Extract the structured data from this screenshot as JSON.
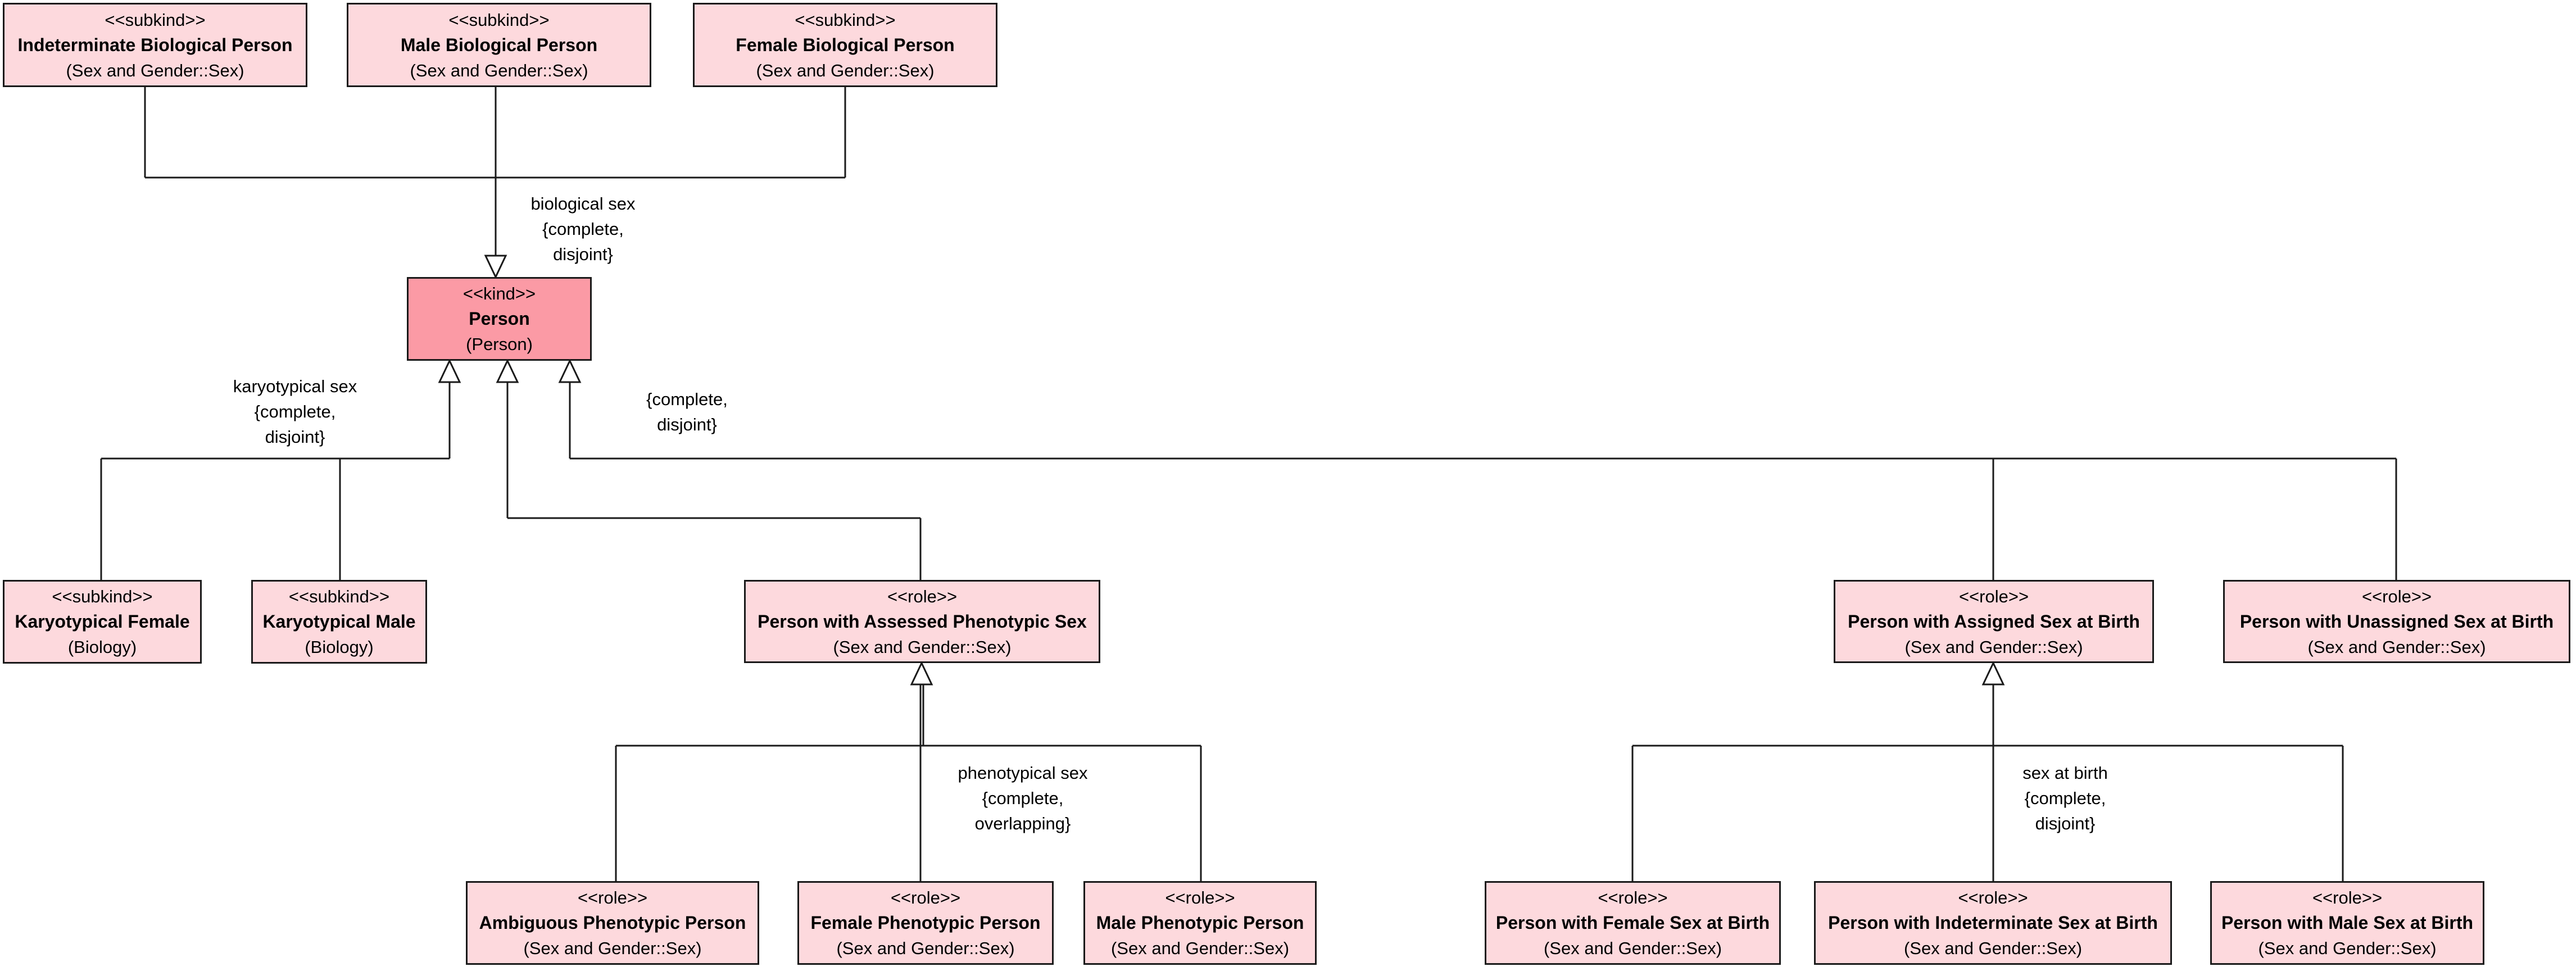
{
  "classes": {
    "indeterminate_bio": {
      "stereotype": "<<subkind>>",
      "name": "Indeterminate Biological Person",
      "package": "(Sex and Gender::Sex)"
    },
    "male_bio": {
      "stereotype": "<<subkind>>",
      "name": "Male Biological Person",
      "package": "(Sex and Gender::Sex)"
    },
    "female_bio": {
      "stereotype": "<<subkind>>",
      "name": "Female Biological Person",
      "package": "(Sex and Gender::Sex)"
    },
    "person": {
      "stereotype": "<<kind>>",
      "name": "Person",
      "package": "(Person)"
    },
    "karyo_female": {
      "stereotype": "<<subkind>>",
      "name": "Karyotypical Female",
      "package": "(Biology)"
    },
    "karyo_male": {
      "stereotype": "<<subkind>>",
      "name": "Karyotypical Male",
      "package": "(Biology)"
    },
    "assessed_pheno": {
      "stereotype": "<<role>>",
      "name": "Person with Assessed Phenotypic Sex",
      "package": "(Sex and Gender::Sex)"
    },
    "assigned_birth": {
      "stereotype": "<<role>>",
      "name": "Person with Assigned Sex at Birth",
      "package": "(Sex and Gender::Sex)"
    },
    "unassigned_birth": {
      "stereotype": "<<role>>",
      "name": "Person with Unassigned Sex at Birth",
      "package": "(Sex and Gender::Sex)"
    },
    "ambiguous_pheno": {
      "stereotype": "<<role>>",
      "name": "Ambiguous Phenotypic Person",
      "package": "(Sex and Gender::Sex)"
    },
    "female_pheno": {
      "stereotype": "<<role>>",
      "name": "Female Phenotypic Person",
      "package": "(Sex and Gender::Sex)"
    },
    "male_pheno": {
      "stereotype": "<<role>>",
      "name": "Male Phenotypic Person",
      "package": "(Sex and Gender::Sex)"
    },
    "female_birth": {
      "stereotype": "<<role>>",
      "name": "Person with Female Sex at Birth",
      "package": "(Sex and Gender::Sex)"
    },
    "indeterminate_birth": {
      "stereotype": "<<role>>",
      "name": "Person with Indeterminate Sex at Birth",
      "package": "(Sex and Gender::Sex)"
    },
    "male_birth": {
      "stereotype": "<<role>>",
      "name": "Person with Male Sex at Birth",
      "package": "(Sex and Gender::Sex)"
    }
  },
  "generalization_sets": {
    "biological_sex": {
      "name": "biological sex",
      "constraint_1": "{complete,",
      "constraint_2": "disjoint}"
    },
    "karyotypical_sex": {
      "name": "karyotypical sex",
      "constraint_1": "{complete,",
      "constraint_2": "disjoint}"
    },
    "unnamed_birth": {
      "constraint_1": "{complete,",
      "constraint_2": "disjoint}"
    },
    "phenotypical_sex": {
      "name": "phenotypical sex",
      "constraint_1": "{complete,",
      "constraint_2": "overlapping}"
    },
    "sex_at_birth": {
      "name": "sex at birth",
      "constraint_1": "{complete,",
      "constraint_2": "disjoint}"
    }
  },
  "colors": {
    "kind_fill": "#fb9aa5",
    "class_fill": "#fdd9dd",
    "line": "#1a1a1a"
  }
}
